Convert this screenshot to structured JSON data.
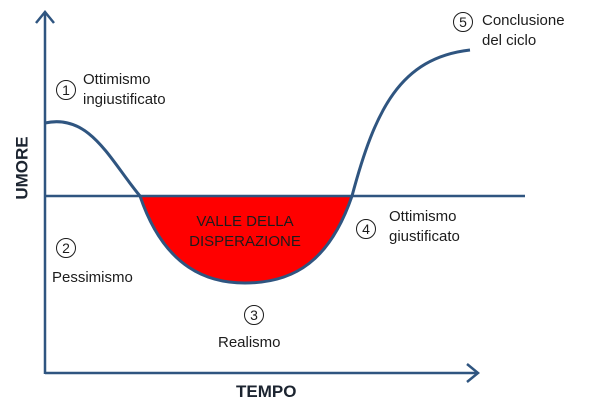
{
  "axes": {
    "y_label": "UMORE",
    "x_label": "TEMPO"
  },
  "valley_label": [
    "VALLE DELLA",
    "DISPERAZIONE"
  ],
  "stages": [
    {
      "number": "1",
      "lines": [
        "Ottimismo",
        "ingiustificato"
      ]
    },
    {
      "number": "2",
      "lines": [
        "Pessimismo"
      ]
    },
    {
      "number": "3",
      "lines": [
        "Realismo"
      ]
    },
    {
      "number": "4",
      "lines": [
        "Ottimismo",
        "giustificato"
      ]
    },
    {
      "number": "5",
      "lines": [
        "Conclusione",
        "del ciclo"
      ]
    }
  ],
  "colors": {
    "line": "#2f5580",
    "valley": "#ff0000"
  }
}
